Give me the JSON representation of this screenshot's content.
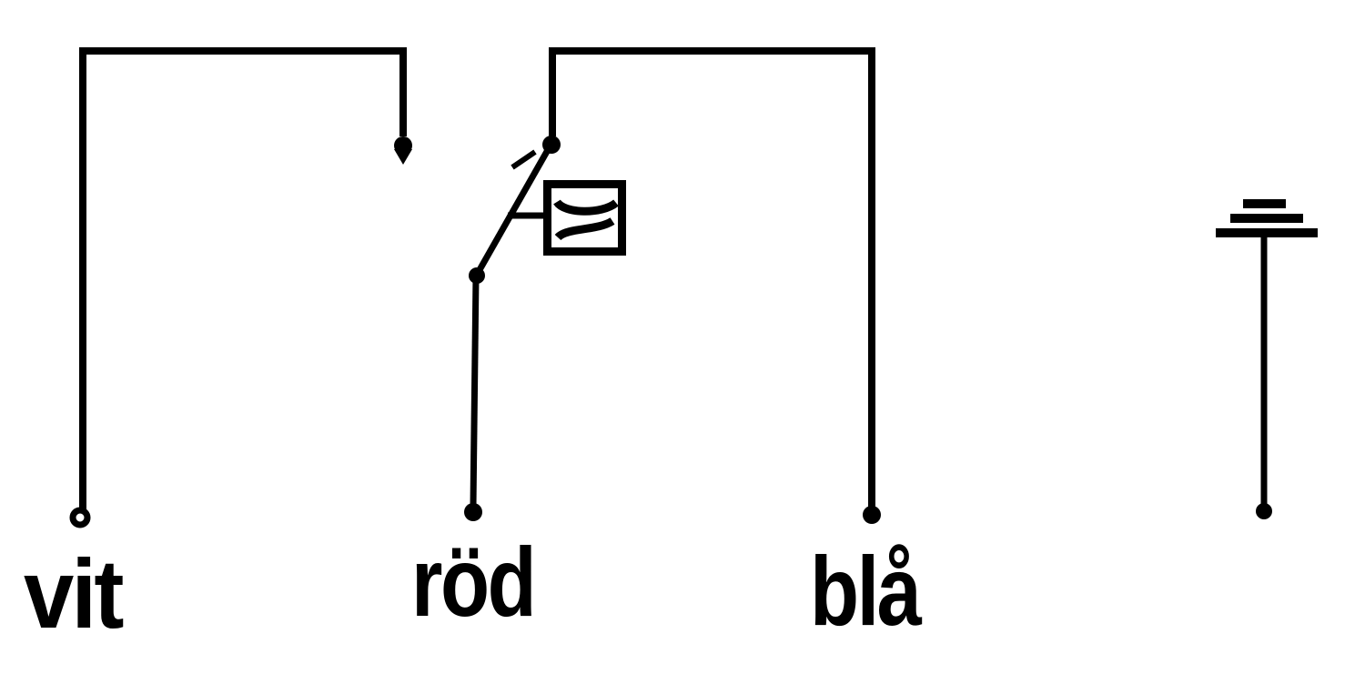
{
  "diagram": {
    "background_color": "#ffffff",
    "line_color": "#000000",
    "wire_labels": {
      "white": "vit",
      "red": "röd",
      "blue": "blå"
    },
    "icons": {
      "white_terminal": "open-circle-terminal-icon",
      "junction": "solder-dot-icon",
      "arrow_terminal": "pointed-wire-end-icon",
      "switch": "hook-switch-icon",
      "component": "receiver-capsule-icon",
      "earth": "earth-electrode-icon"
    }
  }
}
